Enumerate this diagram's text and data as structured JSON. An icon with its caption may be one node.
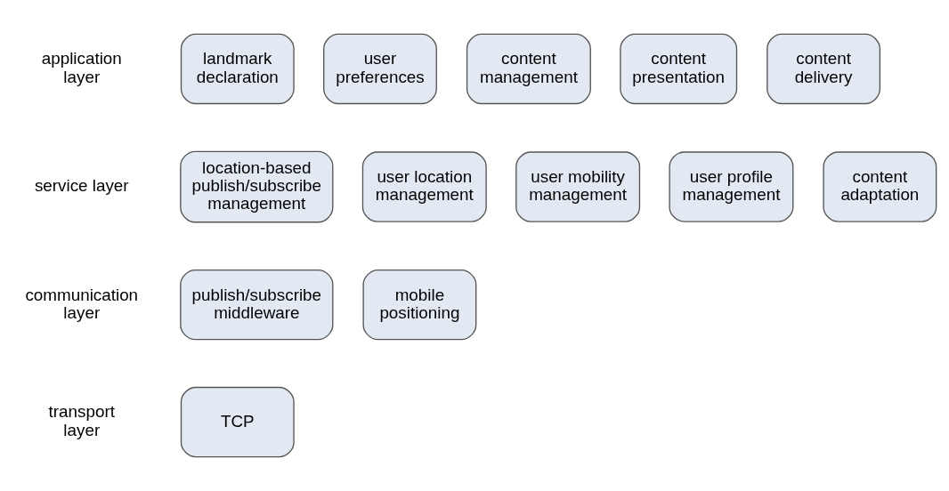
{
  "diagram": {
    "nodes": [
      {
        "text": [
          "landmark declaration"
        ]
      },
      {
        "text": [
          "user preferences"
        ]
      },
      {
        "text": [
          "content management"
        ]
      },
      {
        "text": [
          "content presentation"
        ]
      },
      {
        "text": [
          "content delivery"
        ]
      },
      {
        "text": [
          "location-based publish/subscribe management"
        ]
      },
      {
        "text": [
          "user location management"
        ]
      },
      {
        "text": [
          "user mobility management"
        ]
      },
      {
        "text": [
          "user profile management"
        ]
      },
      {
        "text": [
          "content adaptation"
        ]
      },
      {
        "text": [
          "publish/subscribe middleware"
        ]
      },
      {
        "text": [
          "mobile positioning"
        ]
      },
      {
        "text": [
          "TCP"
        ]
      }
    ],
    "edges": [],
    "labels": [
      "application layer",
      "service layer",
      "communication layer",
      "transport layer"
    ]
  }
}
